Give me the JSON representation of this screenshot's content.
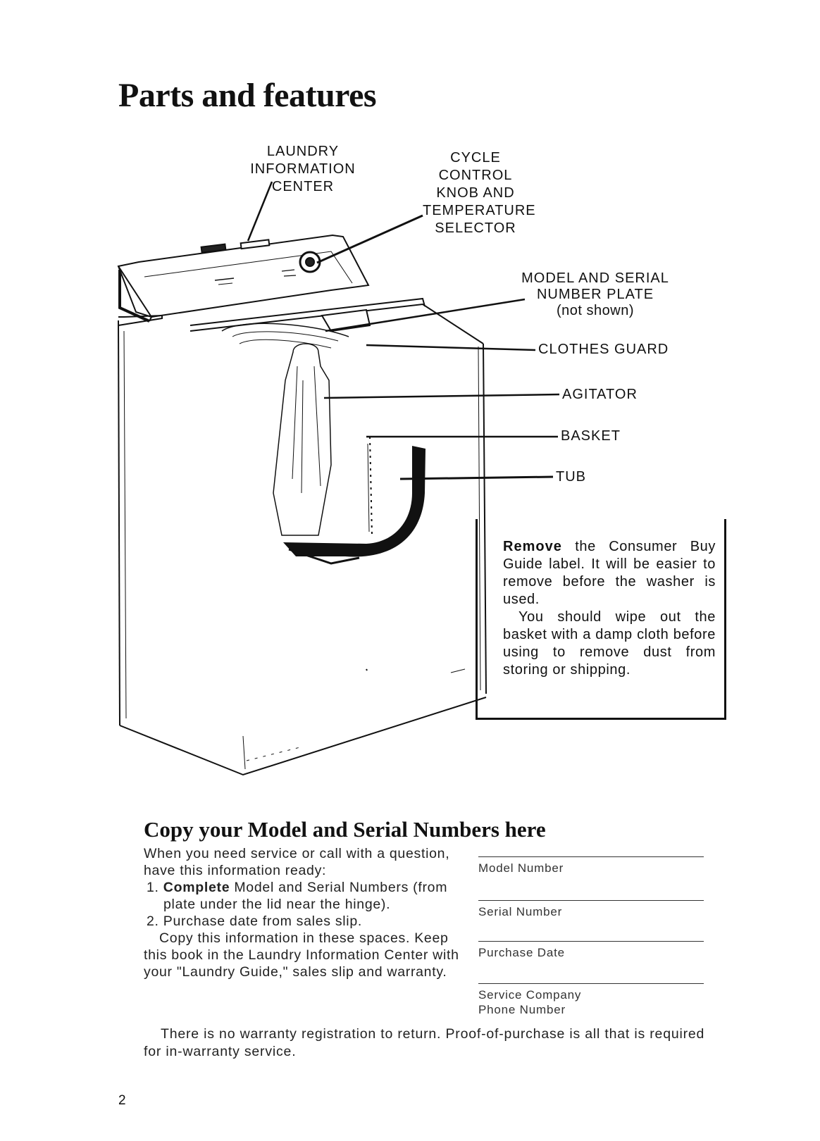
{
  "page": {
    "title": "Parts and features",
    "page_number": "2"
  },
  "callouts": {
    "laundry_info": [
      "LAUNDRY",
      "INFORMATION",
      "CENTER"
    ],
    "cycle_control": [
      "CYCLE",
      "CONTROL",
      "KNOB AND",
      "TEMPERATURE",
      "SELECTOR"
    ],
    "model_serial": [
      "MODEL AND SERIAL",
      "NUMBER PLATE",
      "(not shown)"
    ],
    "clothes_guard": "CLOTHES GUARD",
    "agitator": "AGITATOR",
    "basket": "BASKET",
    "tub": "TUB"
  },
  "note": {
    "remove_bold": "Remove",
    "remove_text": " the Consumer Buy Guide label. It will be easier to remove before the washer is used.",
    "wipe_text": "You should wipe out the basket with a damp cloth before using to remove dust from storing or shipping."
  },
  "copy_section": {
    "heading": "Copy your Model and Serial Numbers here",
    "intro": "When you need service or call with a question, have this information ready:",
    "step1_num": "1.",
    "step1_bold": "Complete",
    "step1_text": " Model and Serial Numbers (from plate under the lid near the hinge).",
    "step2_num": "2.",
    "step2_text": "Purchase date from sales slip.",
    "copy_info": "Copy this information in these spaces. Keep this book in the Laundry Information Center with your \"Laundry Guide,\" sales slip and warranty.",
    "warranty": "There is no warranty registration to return. Proof-of-purchase is all that is required for in-warranty service.",
    "fields": {
      "model": "Model Number",
      "serial": "Serial Number",
      "purchase": "Purchase Date",
      "service_1": "Service Company",
      "service_2": "Phone Number"
    }
  }
}
